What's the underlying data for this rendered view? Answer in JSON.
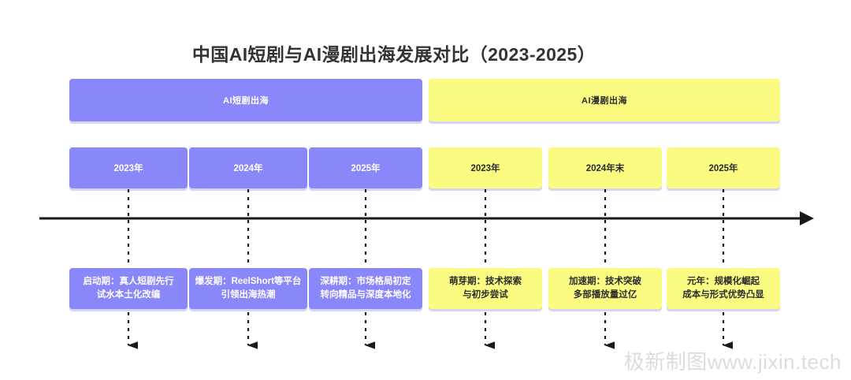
{
  "title": "中国AI短剧与AI漫剧出海发展对比（2023-2025）",
  "groups": [
    {
      "id": "ai-short-drama",
      "label": "AI短剧出海",
      "color": "#8a87fa",
      "text_color": "#ffffff"
    },
    {
      "id": "ai-comic-drama",
      "label": "AI漫剧出海",
      "color": "#fbfb81",
      "text_color": "#2b2b2b"
    }
  ],
  "columns": [
    {
      "group": "ai-short-drama",
      "year": "2023年",
      "desc_line1": "启动期：真人短剧先行",
      "desc_line2": "试水本土化改编"
    },
    {
      "group": "ai-short-drama",
      "year": "2024年",
      "desc_line1": "爆发期：ReelShort等平台",
      "desc_line2": "引领出海热潮"
    },
    {
      "group": "ai-short-drama",
      "year": "2025年",
      "desc_line1": "深耕期：市场格局初定",
      "desc_line2": "转向精品与深度本地化"
    },
    {
      "group": "ai-comic-drama",
      "year": "2023年",
      "desc_line1": "萌芽期：技术探索",
      "desc_line2": "与初步尝试"
    },
    {
      "group": "ai-comic-drama",
      "year": "2024年末",
      "desc_line1": "加速期：技术突破",
      "desc_line2": "多部播放量过亿"
    },
    {
      "group": "ai-comic-drama",
      "year": "2025年",
      "desc_line1": "元年：规模化崛起",
      "desc_line2": "成本与形式优势凸显"
    }
  ],
  "axis": {
    "color": "#1a1a1a",
    "connector_color": "#1a1a1a"
  },
  "watermark": "极新制图www.jixin.tech"
}
